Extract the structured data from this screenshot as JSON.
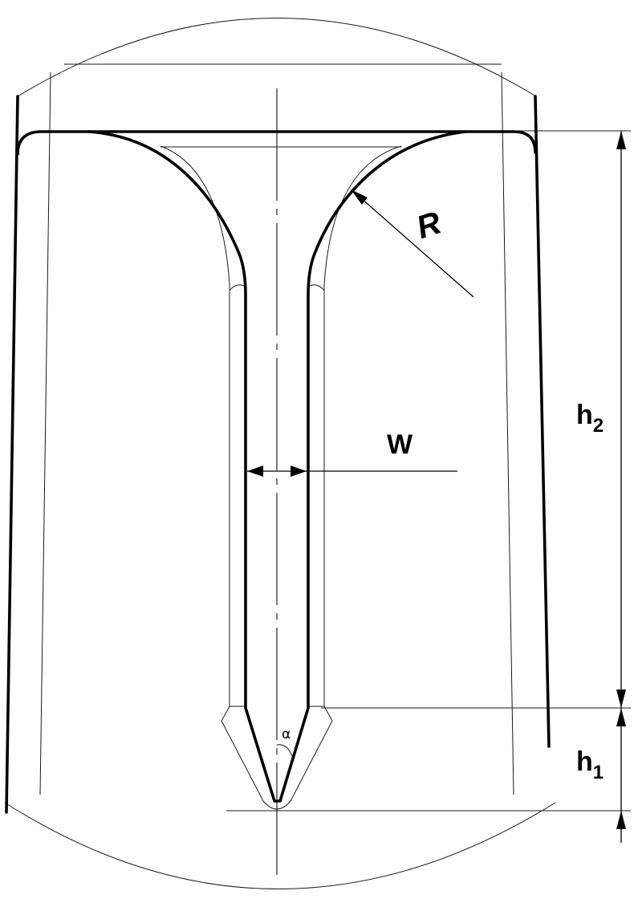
{
  "labels": {
    "radius": "R",
    "width": "W",
    "h2_main": "h",
    "h2_sub": "2",
    "h1_main": "h",
    "h1_sub": "1",
    "angle": "α"
  },
  "colors": {
    "line": "#000000",
    "background": "#ffffff"
  }
}
